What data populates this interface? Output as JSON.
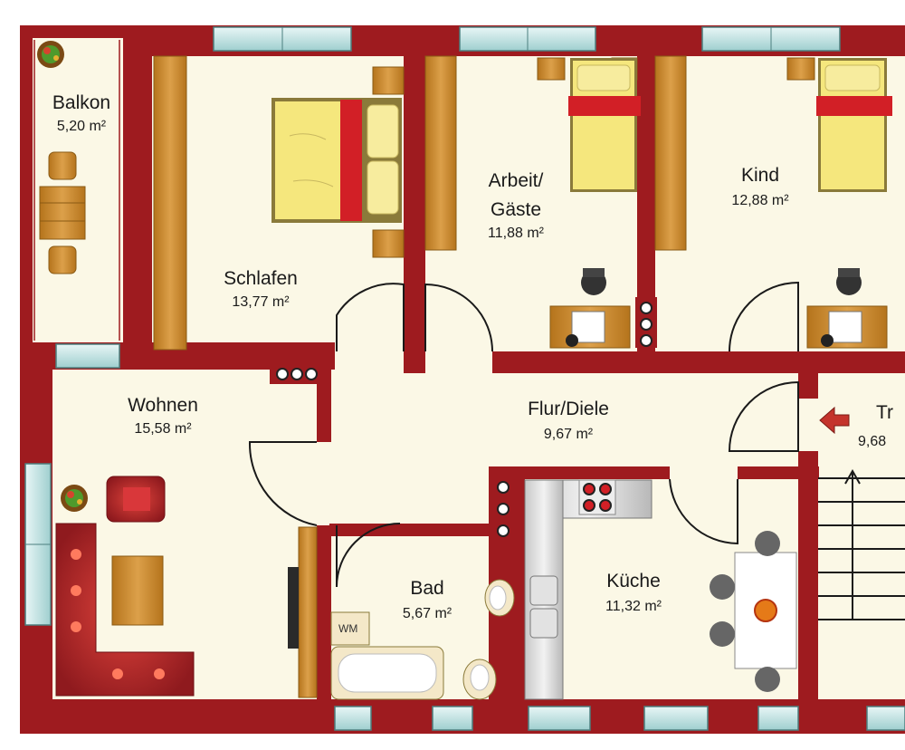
{
  "rooms": {
    "balkon": {
      "name": "Balkon",
      "area": "5,20 m²"
    },
    "schlafen": {
      "name": "Schlafen",
      "area": "13,77 m²"
    },
    "arbeit": {
      "name_line1": "Arbeit/",
      "name_line2": "Gäste",
      "area": "11,88 m²"
    },
    "kind": {
      "name": "Kind",
      "area": "12,88 m²"
    },
    "wohnen": {
      "name": "Wohnen",
      "area": "15,58 m²"
    },
    "flur": {
      "name": "Flur/Diele",
      "area": "9,67 m²"
    },
    "treppe": {
      "name": "Tr",
      "area": "9,68"
    },
    "bad": {
      "name": "Bad",
      "area": "5,67 m²"
    },
    "kueche": {
      "name": "Küche",
      "area": "11,32 m²"
    }
  },
  "appliances": {
    "washing_machine": "WM"
  },
  "colors": {
    "wall": "#9e1b1f",
    "floor": "#fbf8e6",
    "furniture_wood": "#c98a2c",
    "bed_yellow": "#f5e77d",
    "window": "#bfe3e3",
    "sofa": "#b5242a"
  },
  "icons": [
    "entrance-arrow-icon",
    "plant-icon",
    "power-outlet-icon",
    "stove-icon",
    "sink-icon"
  ]
}
